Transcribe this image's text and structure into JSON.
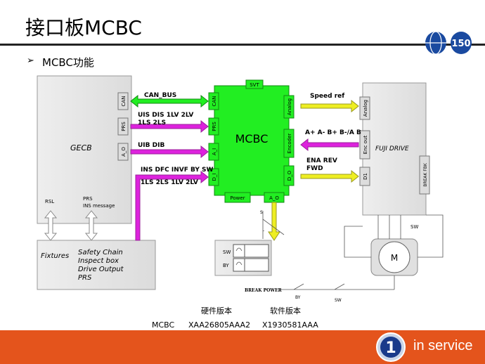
{
  "header": {
    "title": "接口板MCBC",
    "subtitle": "MCBC功能",
    "bullet": "➢"
  },
  "logo": {
    "text": "150"
  },
  "boxes": {
    "gecb": {
      "label": "GECB",
      "ports": [
        "CAN",
        "PRS",
        "A_O"
      ],
      "bottom_left": "RSL",
      "bottom_right_1": "PRS",
      "bottom_right_2": "INS message"
    },
    "mcbc": {
      "label": "MCBC",
      "top_port": "SVT",
      "left_ports": [
        "CAN",
        "PRS",
        "A_I",
        "D_I"
      ],
      "right_ports": [
        "Analog",
        "Encoder",
        "D_O"
      ],
      "bottom_ports": [
        "Power",
        "A_O"
      ]
    },
    "fuji": {
      "label": "FUJI DRIVE",
      "ports": [
        "Analog",
        "Enc out",
        "D1"
      ],
      "right_port": "BREAK FBK"
    },
    "fixtures": {
      "label": "Fixtures",
      "items": [
        "Safety Chain",
        "Inspect box",
        "Drive Output",
        "PRS"
      ]
    },
    "switch": {
      "sw": "SW",
      "by": "BY"
    },
    "motor": {
      "label": "M",
      "sw": "SW"
    }
  },
  "signals": {
    "can_bus": "CAN_BUS",
    "uis_line1": "UIS DIS 1LV 2LV",
    "uis_line2": "1LS 2LS",
    "uib": "UIB DIB",
    "ins_line1": "INS DFC INVF BY SW",
    "ins_line2": "1LS 2LS 1LV 2LV",
    "speed_ref": "Speed ref",
    "encoder": "A+ A- B+ B-/A B",
    "ena_line1": "ENA REV",
    "ena_line2": "FWD"
  },
  "power": {
    "label": "BREAK POWER",
    "by": "BY",
    "sw": "SW",
    "s": "S",
    "minus": "-"
  },
  "versions": {
    "hw_header": "硬件版本",
    "sw_header": "软件版本",
    "product": "MCBC",
    "hw": "XAA26805AAA2",
    "sw": "X1930581AAA"
  },
  "footer": {
    "badge": "1",
    "text": "in service"
  },
  "colors": {
    "green": "#22ee22",
    "magenta": "#dd22dd",
    "yellow": "#eeee22",
    "footer": "#e4541c",
    "box_gray": "#e6e6e6"
  }
}
